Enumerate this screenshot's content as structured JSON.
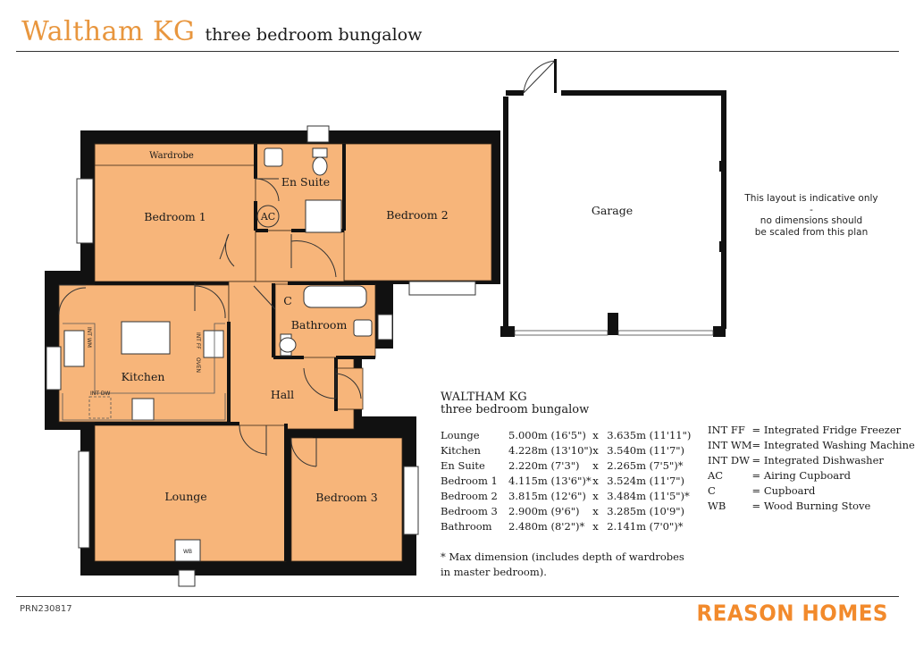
{
  "header": {
    "title": "Waltham KG",
    "subtitle": "three bedroom bungalow"
  },
  "rooms": {
    "bedroom1": "Bedroom 1",
    "bedroom2": "Bedroom 2",
    "bedroom3": "Bedroom 3",
    "en_suite": "En Suite",
    "wardrobe": "Wardrobe",
    "garage": "Garage",
    "kitchen": "Kitchen",
    "bathroom": "Bathroom",
    "hall": "Hall",
    "lounge": "Lounge",
    "ac": "AC",
    "c": "C",
    "wb": "WB",
    "int_wm": "INT WM",
    "int_ff": "INT FF",
    "oven": "OVEN",
    "int_dw": "INT DW"
  },
  "note": {
    "line1": "This layout is indicative only -",
    "line2": "no dimensions should",
    "line3": "be scaled from this plan"
  },
  "spec": {
    "title": "WALTHAM KG",
    "subtitle": "three bedroom bungalow"
  },
  "dimensions": [
    {
      "room": "Lounge",
      "a": "5.000m (16'5\")",
      "x": "x",
      "b": "3.635m (11'11\")"
    },
    {
      "room": "Kitchen",
      "a": "4.228m (13'10\")",
      "x": "x",
      "b": "3.540m (11'7\")"
    },
    {
      "room": "En Suite",
      "a": "2.220m (7'3\")",
      "x": "x",
      "b": "2.265m (7'5\")*"
    },
    {
      "room": "Bedroom 1",
      "a": "4.115m (13'6\")*",
      "x": "x",
      "b": "3.524m (11'7\")"
    },
    {
      "room": "Bedroom 2",
      "a": "3.815m (12'6\")",
      "x": "x",
      "b": "3.484m (11'5\")*"
    },
    {
      "room": "Bedroom 3",
      "a": "2.900m (9'6\")",
      "x": "x",
      "b": "3.285m (10'9\")"
    },
    {
      "room": "Bathroom",
      "a": "2.480m (8'2\")*",
      "x": "x",
      "b": "2.141m (7'0\")*"
    }
  ],
  "footnote": "* Max dimension (includes depth of wardrobes in master bedroom).",
  "legend": [
    {
      "abbr": "INT FF",
      "desc": "= Integrated Fridge Freezer"
    },
    {
      "abbr": "INT WM",
      "desc": "= Integrated Washing Machine"
    },
    {
      "abbr": "INT DW",
      "desc": "= Integrated Dishwasher"
    },
    {
      "abbr": "AC",
      "desc": "= Airing Cupboard"
    },
    {
      "abbr": "C",
      "desc": "= Cupboard"
    },
    {
      "abbr": "WB",
      "desc": "= Wood Burning Stove"
    }
  ],
  "footer": {
    "ref": "PRN230817",
    "brand": "REASON HOMES"
  },
  "colors": {
    "room_fill": "#f7b57a",
    "wall": "#111111",
    "accent": "#e8963e",
    "brand": "#f28a2c"
  }
}
